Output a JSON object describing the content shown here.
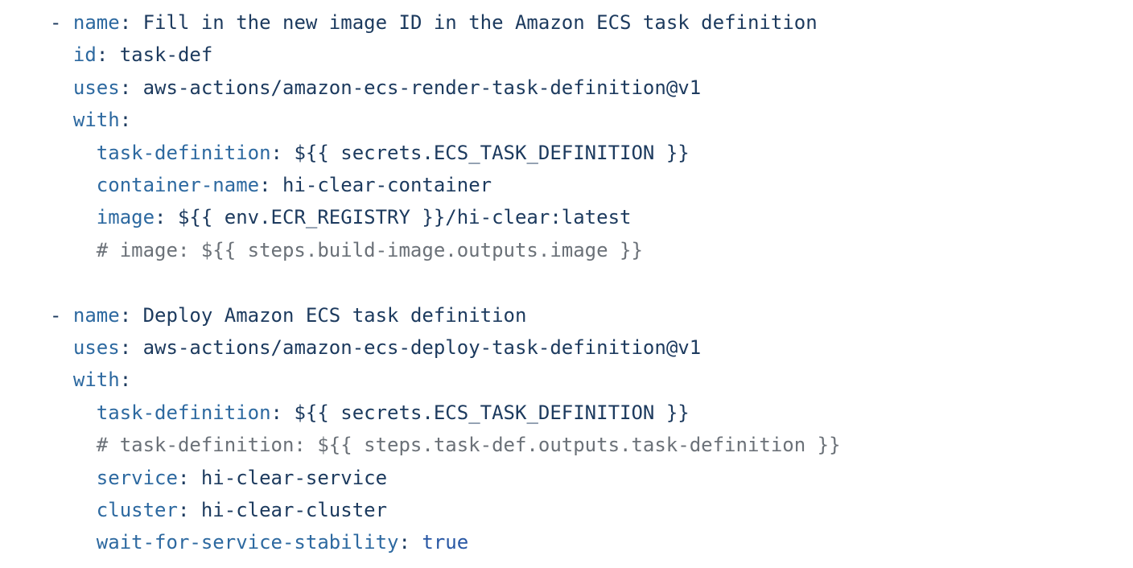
{
  "page": {
    "background": "#ffffff",
    "description": "GitHub Actions workflow YAML snippet for Amazon ECS task definition render and deploy steps"
  },
  "colors": {
    "key": "#2d69a0",
    "value": "#1c3a5e",
    "punctuation": "#1c3a5e",
    "boolean": "#2857a4",
    "comment": "#6b7178"
  },
  "code": {
    "language": "yaml",
    "lines": [
      {
        "tokens": [
          {
            "t": "punct",
            "v": "- "
          },
          {
            "t": "key",
            "v": "name"
          },
          {
            "t": "punct",
            "v": ": "
          },
          {
            "t": "value",
            "v": "Fill in the new image ID in the Amazon ECS task definition"
          }
        ]
      },
      {
        "tokens": [
          {
            "t": "punct",
            "v": "  "
          },
          {
            "t": "key",
            "v": "id"
          },
          {
            "t": "punct",
            "v": ": "
          },
          {
            "t": "value",
            "v": "task-def"
          }
        ]
      },
      {
        "tokens": [
          {
            "t": "punct",
            "v": "  "
          },
          {
            "t": "key",
            "v": "uses"
          },
          {
            "t": "punct",
            "v": ": "
          },
          {
            "t": "value",
            "v": "aws-actions/amazon-ecs-render-task-definition@v1"
          }
        ]
      },
      {
        "tokens": [
          {
            "t": "punct",
            "v": "  "
          },
          {
            "t": "key",
            "v": "with"
          },
          {
            "t": "punct",
            "v": ":"
          }
        ]
      },
      {
        "tokens": [
          {
            "t": "punct",
            "v": "    "
          },
          {
            "t": "key",
            "v": "task-definition"
          },
          {
            "t": "punct",
            "v": ": "
          },
          {
            "t": "value",
            "v": "${{ secrets.ECS_TASK_DEFINITION }}"
          }
        ]
      },
      {
        "tokens": [
          {
            "t": "punct",
            "v": "    "
          },
          {
            "t": "key",
            "v": "container-name"
          },
          {
            "t": "punct",
            "v": ": "
          },
          {
            "t": "value",
            "v": "hi-clear-container"
          }
        ]
      },
      {
        "tokens": [
          {
            "t": "punct",
            "v": "    "
          },
          {
            "t": "key",
            "v": "image"
          },
          {
            "t": "punct",
            "v": ": "
          },
          {
            "t": "value",
            "v": "${{ env.ECR_REGISTRY }}/hi-clear:latest"
          }
        ]
      },
      {
        "tokens": [
          {
            "t": "punct",
            "v": "    "
          },
          {
            "t": "comment",
            "v": "# image: ${{ steps.build-image.outputs.image }}"
          }
        ]
      },
      {
        "tokens": []
      },
      {
        "tokens": [
          {
            "t": "punct",
            "v": "- "
          },
          {
            "t": "key",
            "v": "name"
          },
          {
            "t": "punct",
            "v": ": "
          },
          {
            "t": "value",
            "v": "Deploy Amazon ECS task definition"
          }
        ]
      },
      {
        "tokens": [
          {
            "t": "punct",
            "v": "  "
          },
          {
            "t": "key",
            "v": "uses"
          },
          {
            "t": "punct",
            "v": ": "
          },
          {
            "t": "value",
            "v": "aws-actions/amazon-ecs-deploy-task-definition@v1"
          }
        ]
      },
      {
        "tokens": [
          {
            "t": "punct",
            "v": "  "
          },
          {
            "t": "key",
            "v": "with"
          },
          {
            "t": "punct",
            "v": ":"
          }
        ]
      },
      {
        "tokens": [
          {
            "t": "punct",
            "v": "    "
          },
          {
            "t": "key",
            "v": "task-definition"
          },
          {
            "t": "punct",
            "v": ": "
          },
          {
            "t": "value",
            "v": "${{ secrets.ECS_TASK_DEFINITION }}"
          }
        ]
      },
      {
        "tokens": [
          {
            "t": "punct",
            "v": "    "
          },
          {
            "t": "comment",
            "v": "# task-definition: ${{ steps.task-def.outputs.task-definition }}"
          }
        ]
      },
      {
        "tokens": [
          {
            "t": "punct",
            "v": "    "
          },
          {
            "t": "key",
            "v": "service"
          },
          {
            "t": "punct",
            "v": ": "
          },
          {
            "t": "value",
            "v": "hi-clear-service"
          }
        ]
      },
      {
        "tokens": [
          {
            "t": "punct",
            "v": "    "
          },
          {
            "t": "key",
            "v": "cluster"
          },
          {
            "t": "punct",
            "v": ": "
          },
          {
            "t": "value",
            "v": "hi-clear-cluster"
          }
        ]
      },
      {
        "tokens": [
          {
            "t": "punct",
            "v": "    "
          },
          {
            "t": "key",
            "v": "wait-for-service-stability"
          },
          {
            "t": "punct",
            "v": ": "
          },
          {
            "t": "bool",
            "v": "true"
          }
        ]
      }
    ]
  }
}
